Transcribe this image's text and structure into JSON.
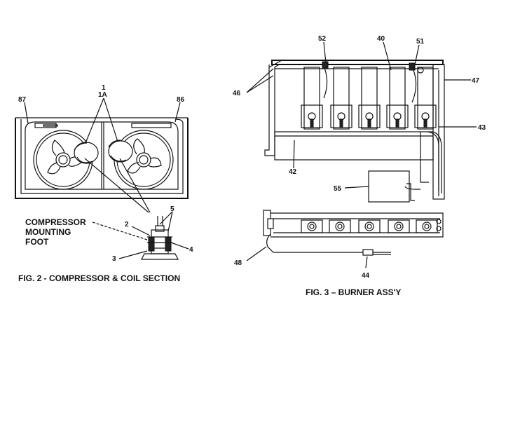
{
  "figure2": {
    "caption": "FIG. 2 - COMPRESSOR & COIL SECTION",
    "callout_label_line1": "COMPRESSOR",
    "callout_label_line2": "MOUNTING",
    "callout_label_line3": "FOOT",
    "labels": {
      "l1": "1",
      "l1a": "1A",
      "l87": "87",
      "l86": "86",
      "l2": "2",
      "l3": "3",
      "l4": "4",
      "l5": "5"
    }
  },
  "figure3": {
    "caption": "FIG. 3 – BURNER ASS'Y",
    "labels": {
      "l52": "52",
      "l40": "40",
      "l51": "51",
      "l46": "46",
      "l47": "47",
      "l43": "43",
      "l42": "42",
      "l55": "55",
      "l48": "48",
      "l44": "44"
    }
  }
}
